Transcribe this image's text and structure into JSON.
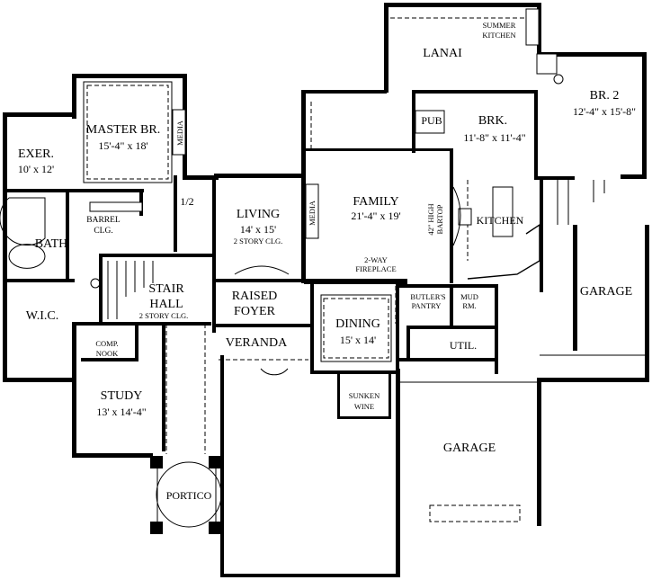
{
  "rooms": {
    "lanai": "LANAI",
    "summer_kitchen_1": "SUMMER",
    "summer_kitchen_2": "KITCHEN",
    "br2_name": "BR. 2",
    "br2_size": "12'-4\" x 15'-8\"",
    "pub": "PUB",
    "brk_name": "BRK.",
    "brk_size": "11'-8\" x 11'-4\"",
    "master_name": "MASTER BR.",
    "master_size": "15'-4\" x 18'",
    "media_master": "MEDIA",
    "exer_name": "EXER.",
    "exer_size": "10' x 12'",
    "barrel_1": "BARREL",
    "barrel_2": "CLG.",
    "bath": "BATH",
    "wic": "W.I.C.",
    "half_bath": "1/2",
    "living_name": "LIVING",
    "living_size": "14' x 15'",
    "living_note": "2 STORY CLG.",
    "media_family": "MEDIA",
    "family_name": "FAMILY",
    "family_size": "21'-4\" x 19'",
    "bartop_1": "42\" HIGH",
    "bartop_2": "BARTOP",
    "kitchen": "KITCHEN",
    "fireplace_1": "2-WAY",
    "fireplace_2": "FIREPLACE",
    "stair_1": "STAIR",
    "stair_2": "HALL",
    "stair_note": "2 STORY CLG.",
    "raised_1": "RAISED",
    "raised_2": "FOYER",
    "dining_name": "DINING",
    "dining_size": "15' x 14'",
    "butlers_1": "BUTLER'S",
    "butlers_2": "PANTRY",
    "mud_1": "MUD",
    "mud_2": "RM.",
    "util": "UTIL.",
    "garage_right": "GARAGE",
    "garage_main": "GARAGE",
    "comp_1": "COMP.",
    "comp_2": "NOOK",
    "study_name": "STUDY",
    "study_size": "13' x 14'-4\"",
    "veranda": "VERANDA",
    "wine_1": "SUNKEN",
    "wine_2": "WINE",
    "portico": "PORTICO"
  }
}
